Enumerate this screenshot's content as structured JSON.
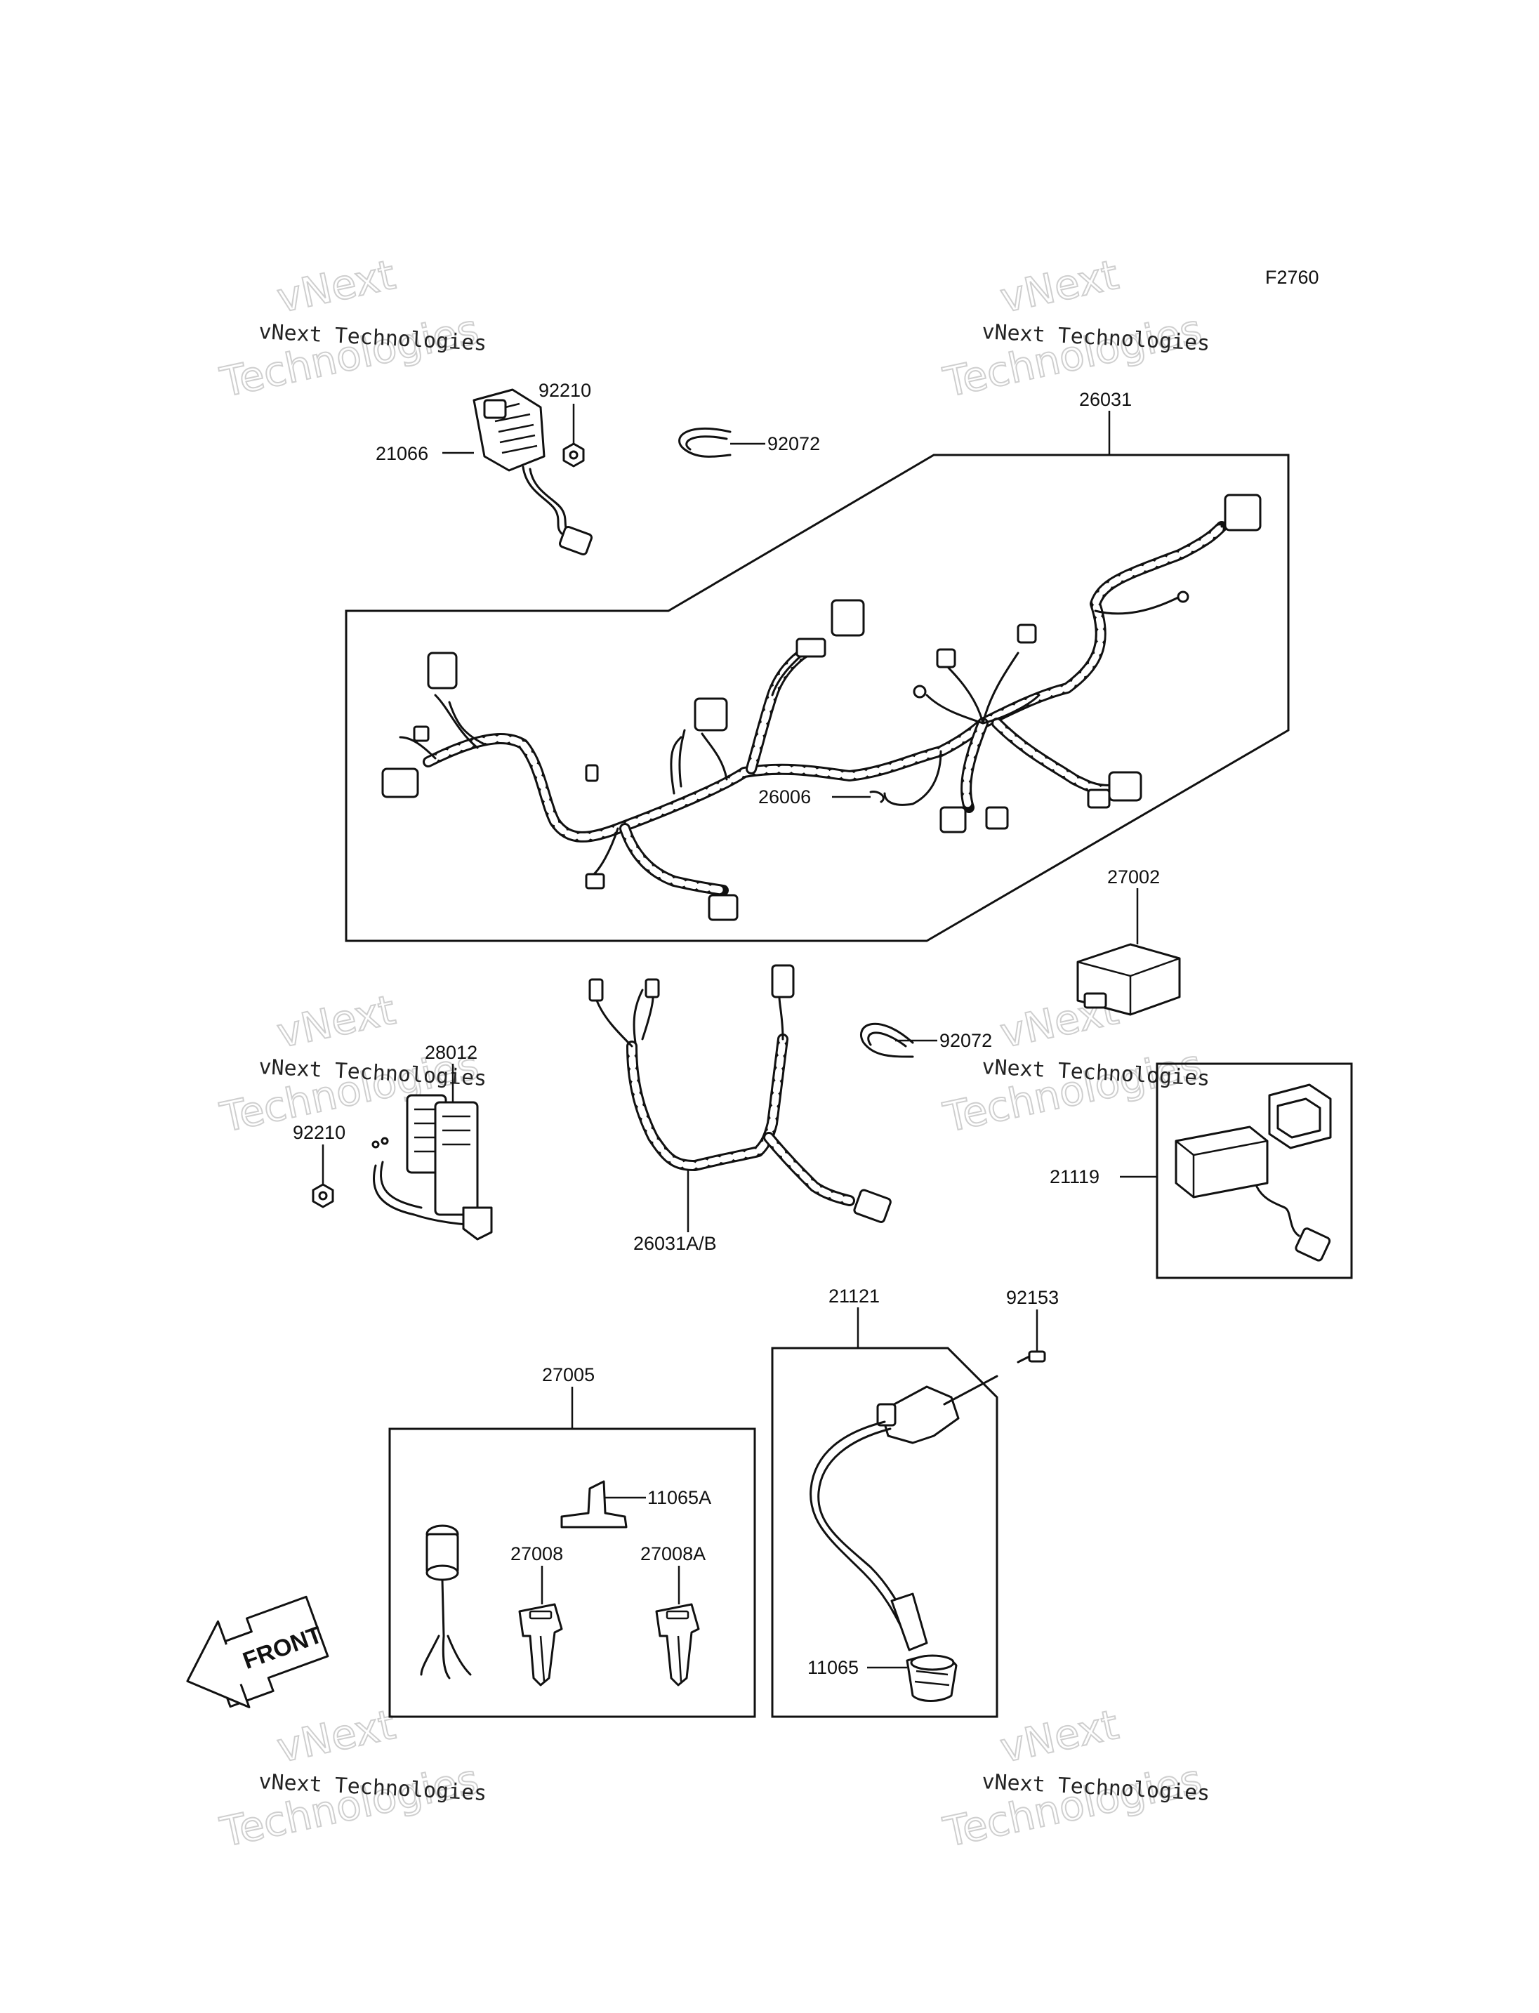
{
  "diagram_code": "F2760",
  "watermark": {
    "text_small": "vNext Technologies",
    "text_big_line1": "vNext",
    "text_big_line2": "Technologies"
  },
  "parts": {
    "p21066": "21066",
    "p92210_top": "92210",
    "p92072_top": "92072",
    "p26031": "26031",
    "p26006": "26006",
    "p27002": "27002",
    "p28012": "28012",
    "p92210_mid": "92210",
    "p26031AB": "26031A/B",
    "p92072_mid": "92072",
    "p21119": "21119",
    "p27005": "27005",
    "p11065A": "11065A",
    "p27008": "27008",
    "p27008A": "27008A",
    "p21121": "21121",
    "p92153": "92153",
    "p11065": "11065"
  },
  "front_arrow": "FRONT"
}
